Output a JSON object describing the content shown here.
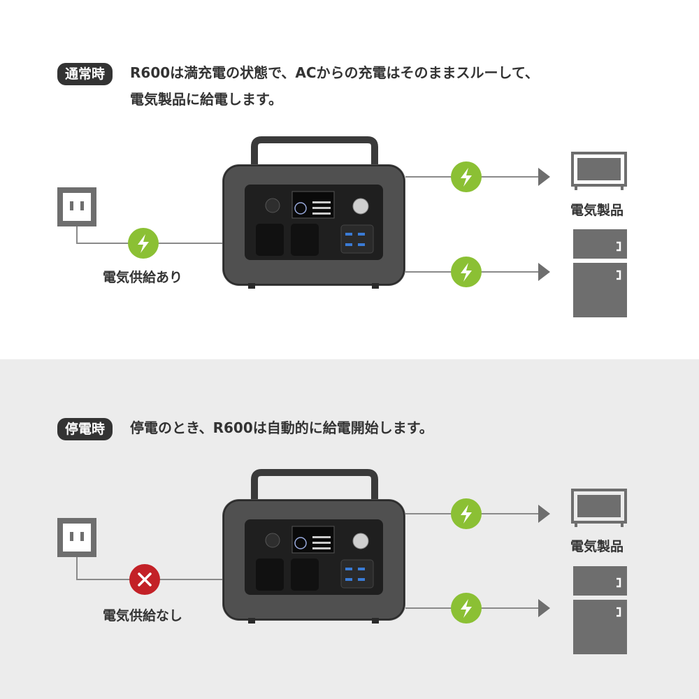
{
  "colors": {
    "accent_green": "#8bc034",
    "deny_red": "#c32127",
    "badge_bg": "#333333",
    "line_gray": "#8a8a8a",
    "appliance_gray": "#6e6e6e"
  },
  "icons": {
    "supply": "lightning-bolt-icon",
    "no_supply": "x-mark-icon",
    "appliance_tv": "tv-icon",
    "appliance_fridge": "refrigerator-icon",
    "outlet": "wall-outlet-icon"
  },
  "normal": {
    "badge": "通常時",
    "desc_line1": "R600は満充電の状態で、ACからの充電はそのままスルーして、",
    "desc_line2": "電気製品に給電します。",
    "supply_label": "電気供給あり",
    "appliance_label": "電気製品"
  },
  "outage": {
    "badge": "停電時",
    "desc_line1": "停電のとき、R600は自動的に給電開始します。",
    "supply_label": "電気供給なし",
    "appliance_label": "電気製品"
  }
}
